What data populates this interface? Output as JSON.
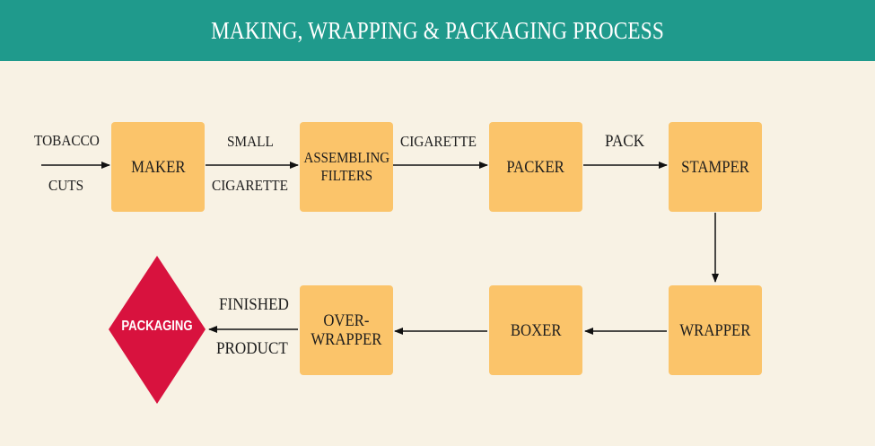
{
  "header": {
    "title": "MAKING, WRAPPING & PACKAGING PROCESS"
  },
  "nodes": {
    "maker": "MAKER",
    "assembling": "ASSEMBLING\nFILTERS",
    "packer": "PACKER",
    "stamper": "STAMPER",
    "wrapper": "WRAPPER",
    "boxer": "BOXER",
    "overwrapper": "OVER-\nWRAPPER",
    "packaging": "PACKAGING"
  },
  "edges": {
    "input_top": "TOBACCO",
    "input_bottom": "CUTS",
    "maker_to_assembling_top": "SMALL",
    "maker_to_assembling_bottom": "CIGARETTE",
    "assembling_to_packer": "CIGARETTE",
    "packer_to_stamper": "PACK",
    "overwrapper_to_packaging_top": "FINISHED",
    "overwrapper_to_packaging_bottom": "PRODUCT"
  },
  "colors": {
    "header": "#1f9a8c",
    "background": "#f8f2e4",
    "box": "#fbc46a",
    "diamond": "#d8123e"
  }
}
